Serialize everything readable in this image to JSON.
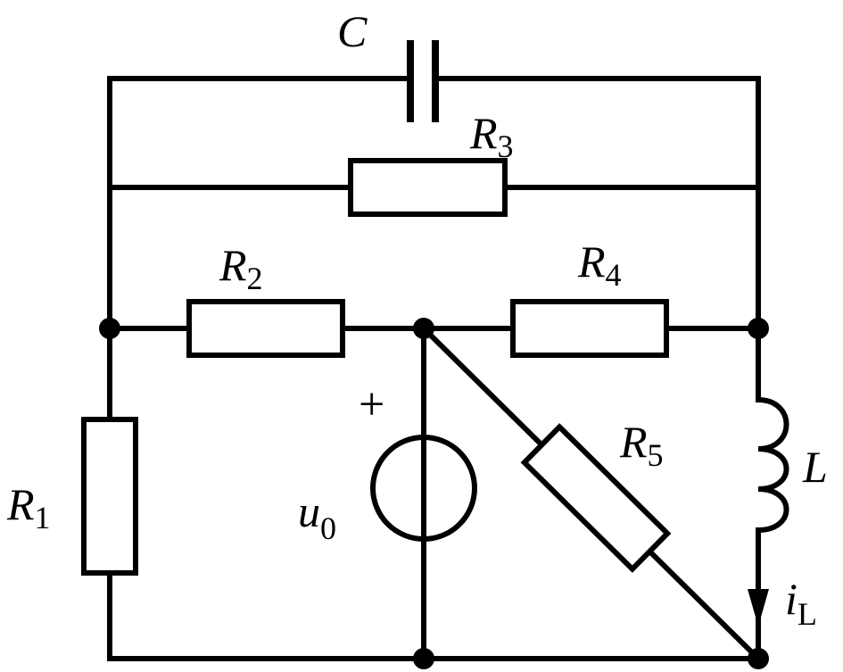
{
  "labels": {
    "capacitor": "C",
    "r1": {
      "main": "R",
      "sub": "1"
    },
    "r2": {
      "main": "R",
      "sub": "2"
    },
    "r3": {
      "main": "R",
      "sub": "3"
    },
    "r4": {
      "main": "R",
      "sub": "4"
    },
    "r5": {
      "main": "R",
      "sub": "5"
    },
    "inductor": "L",
    "source": {
      "main": "u",
      "sub": "0"
    },
    "plus": "+",
    "current": {
      "main": "i",
      "sub": "L"
    }
  }
}
